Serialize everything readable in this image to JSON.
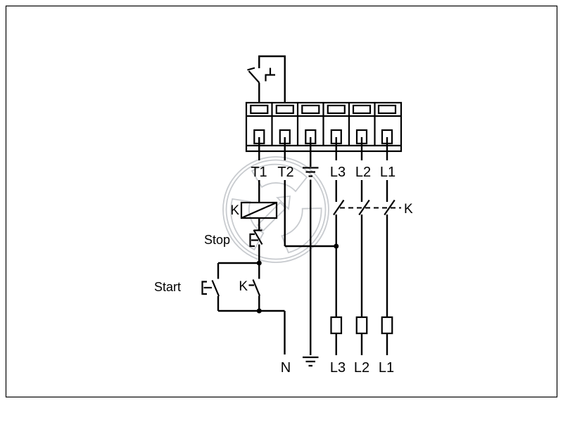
{
  "diagram": {
    "labels": {
      "t1": "T1",
      "t2": "T2",
      "l3_top": "L3",
      "l2_top": "L2",
      "l1_top": "L1",
      "k_coil": "K",
      "stop": "Stop",
      "start": "Start",
      "k_aux": "K",
      "k_main": "K",
      "n": "N",
      "l3_bottom": "L3",
      "l2_bottom": "L2",
      "l1_bottom": "L1"
    },
    "icons": {
      "earth_top": "earth-ground-icon",
      "earth_bottom": "earth-ground-icon",
      "thermal_switch": "thermal-switch-icon",
      "stop_button": "nc-pushbutton-icon",
      "start_button": "no-pushbutton-icon",
      "aux_contact": "no-contact-icon",
      "main_contacts": "contactor-main-contacts-icon",
      "fuses": "fuse-icon",
      "watermark": "impeller-logo-watermark"
    },
    "colors": {
      "line": "#000000",
      "watermark": "#c8cbcf",
      "background": "#ffffff",
      "frame": "#000000"
    }
  }
}
